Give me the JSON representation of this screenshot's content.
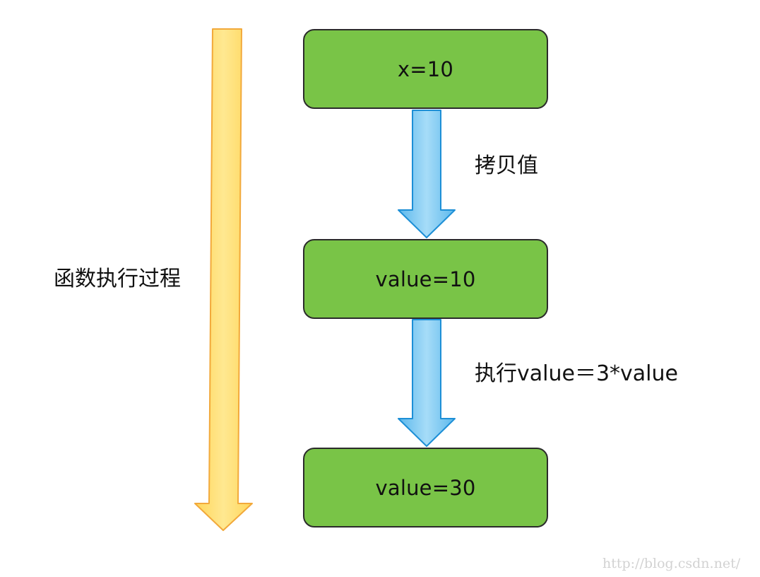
{
  "diagram": {
    "timeline_label": "函数执行过程",
    "nodes": [
      {
        "text": "x=10"
      },
      {
        "text": "value=10"
      },
      {
        "text": "value=30"
      }
    ],
    "edges": [
      {
        "label": "拷贝值"
      },
      {
        "label": "执行value＝3*value"
      }
    ],
    "watermark": "http://blog.csdn.net/"
  },
  "colors": {
    "node_fill": "#79c447",
    "node_border": "#2b2b2b",
    "flow_arrow_fill": "#7cc8f0",
    "flow_arrow_border": "#1d8fd6",
    "timeline_arrow_fill": "#ffe07a",
    "timeline_arrow_border": "#f2a93b"
  }
}
